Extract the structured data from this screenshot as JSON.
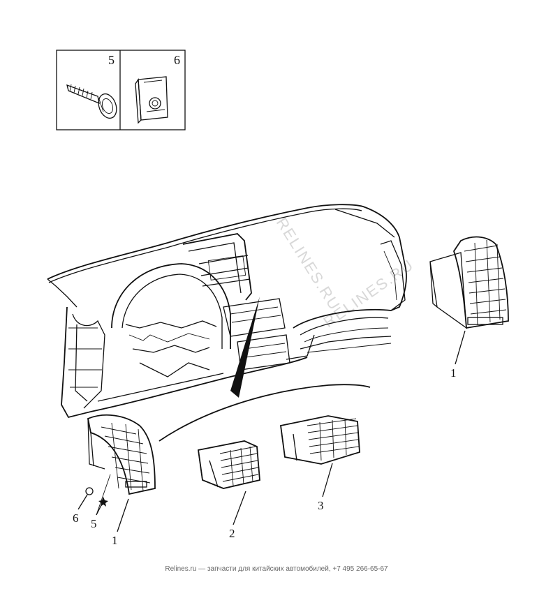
{
  "inset": {
    "labels": [
      "5",
      "6"
    ]
  },
  "callouts": [
    {
      "id": "vent-left",
      "label": "1"
    },
    {
      "id": "vent-center-left",
      "label": "2"
    },
    {
      "id": "vent-center-right",
      "label": "3"
    },
    {
      "id": "vent-right",
      "label": "1"
    },
    {
      "id": "clip-6",
      "label": "6"
    },
    {
      "id": "screw-5",
      "label": "5"
    }
  ],
  "watermark": "RELINES.RU",
  "footer": {
    "text": "Relines.ru — запчасти для китайских автомобилей, +7 495 266-65-67"
  },
  "colors": {
    "line": "#111111",
    "watermark": "#cfcfcf"
  }
}
